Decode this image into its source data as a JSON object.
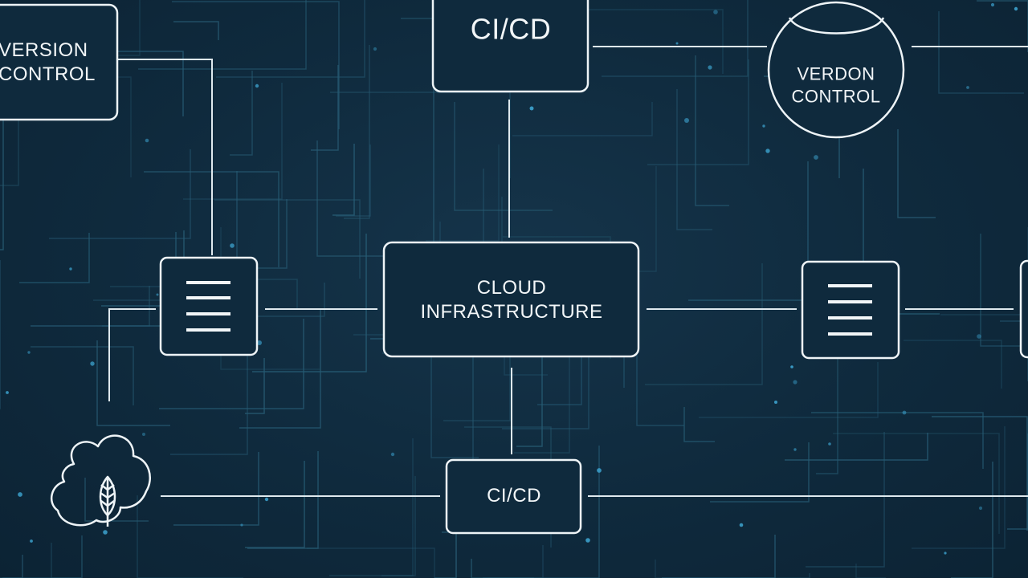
{
  "diagram": {
    "nodes": {
      "ci_top": {
        "label": "CI/CD"
      },
      "ci_bottom": {
        "label": "CI/CD"
      },
      "cloud_infra": {
        "line1": "CLOUD",
        "line2": "INFRASTRUCTURE"
      },
      "vc_left": {
        "line1": "VERSION",
        "line2": "CONTROL"
      },
      "vc_right": {
        "line1": "VERDON",
        "line2": "CONTROL"
      },
      "list_left": {
        "icon": "list-icon"
      },
      "list_right": {
        "icon": "list-icon"
      },
      "cloud_icon": {
        "icon": "cloud-leaf-icon"
      }
    },
    "colors": {
      "background": "#0f2a3d",
      "stroke": "#e8f0f4",
      "circuit": "#2f6c86",
      "accent_dot": "#3fa9d6"
    }
  }
}
